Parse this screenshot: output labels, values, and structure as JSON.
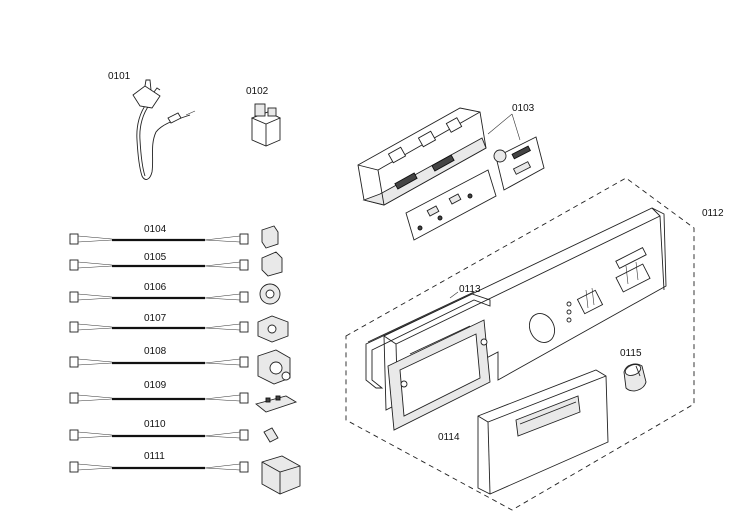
{
  "labels": {
    "p0101": "0101",
    "p0102": "0102",
    "p0103": "0103",
    "p0104": "0104",
    "p0105": "0105",
    "p0106": "0106",
    "p0107": "0107",
    "p0108": "0108",
    "p0109": "0109",
    "p0110": "0110",
    "p0111": "0111",
    "p0112": "0112",
    "p0113": "0113",
    "p0114": "0114",
    "p0115": "0115"
  }
}
